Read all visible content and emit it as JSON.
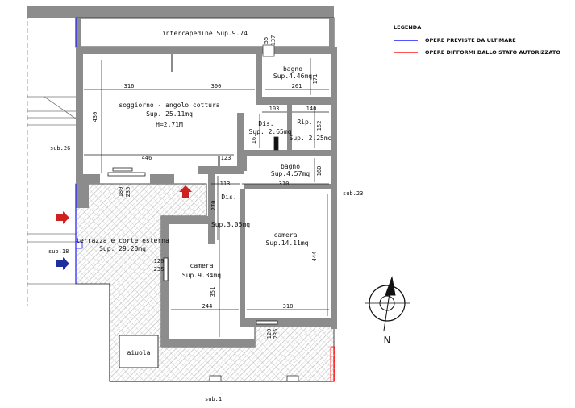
{
  "legend": {
    "title": "LEGENDA",
    "items": [
      {
        "label": "OPERE PREVISTE DA ULTIMARE",
        "color": "#1a1aff"
      },
      {
        "label": "OPERE DIFFORMI DALLO STATO AUTORIZZATO",
        "color": "#ff1a1a"
      }
    ]
  },
  "colors": {
    "wall": "#8c8c8c",
    "hatch": "#c9c9c9",
    "outline": "#222222",
    "arrow_red": "#cc2222",
    "arrow_blue": "#1c2f9c"
  },
  "rooms": {
    "intercapedine": "intercapedine  Sup.9.74",
    "bagno1_name": "bagno",
    "bagno1_sup": "Sup.4.46mq",
    "soggiorno_name": "soggiorno - angolo cottura",
    "soggiorno_sup": "Sup. 25.11mq",
    "soggiorno_h": "H=2.71M",
    "dis1_name": "Dis.",
    "dis1_sup": "Sup. 2.65mq",
    "rip_name": "Rip.",
    "rip_sup": "Sup. 2.25mq",
    "bagno2_name": "bagno",
    "bagno2_sup": "Sup.4.57mq",
    "dis2_name": "Dis.",
    "dis2_sup": "Sup.3.05mq",
    "camera1_name": "camera",
    "camera1_sup": "Sup.14.11mq",
    "terrazza_name": "terrazza e corte esterna",
    "terrazza_sup": "Sup. 29.20mq",
    "camera2_name": "camera",
    "camera2_sup": "Sup.9.34mq",
    "aiuola": "aiuola"
  },
  "subs": {
    "sub26": "sub.26",
    "sub18": "sub.18",
    "sub23": "sub.23",
    "sub1": "sub.1"
  },
  "dims": {
    "d316": "316",
    "d300": "300",
    "d261": "261",
    "d171": "171",
    "d103": "103",
    "d140": "140",
    "d152": "152",
    "d430": "430",
    "d161": "161",
    "d446": "446",
    "d123": "123",
    "d113": "113",
    "d310": "310",
    "d160": "160",
    "d270": "270",
    "d180": "180",
    "d235a": "235",
    "d55": "55",
    "d137": "137",
    "d444": "444",
    "d351": "351",
    "d120a": "120",
    "d235b": "235",
    "d244": "244",
    "d318": "318",
    "d120b": "120",
    "d235c": "235"
  },
  "compass": {
    "north": "N"
  }
}
